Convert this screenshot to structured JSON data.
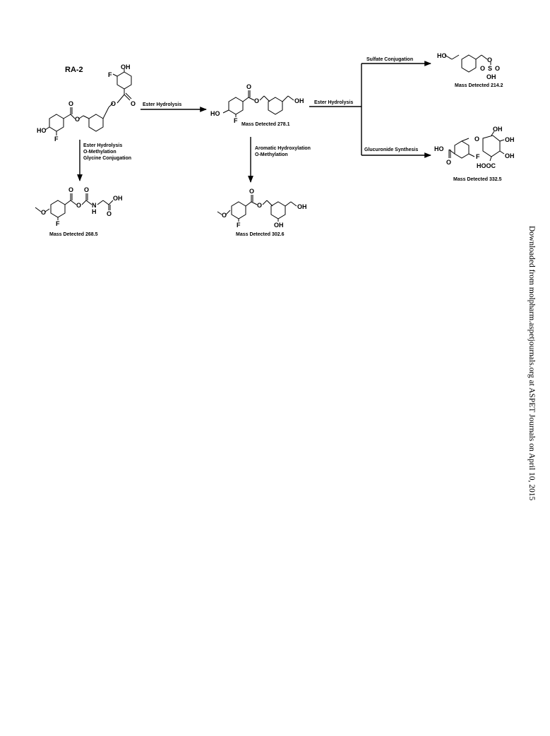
{
  "diagram": {
    "title": "RA-2",
    "transformations": {
      "ester_hydrolysis_1": "Ester Hydrolysis",
      "ester_hydrolysis_2": "Ester Hydrolysis",
      "sulfate_conjugation": "Sulfate Conjugation",
      "glucuronide_synthesis": "Glucuronide Synthesis",
      "combo_1": [
        "Ester Hydrolysis",
        "O-Methylation",
        "Glycine Conjugation"
      ],
      "combo_2": [
        "Aromatic Hydroxylation",
        "O-Methylation"
      ]
    },
    "metabolites": {
      "m278": "Mass Detected 278.1",
      "m214": "Mass Detected 214.2",
      "m332": "Mass Detected 332.5",
      "m268": "Mass Detected 268.5",
      "m302": "Mass Detected 302.6"
    },
    "atoms": {
      "OH": "OH",
      "HO": "HO",
      "F": "F",
      "O": "O",
      "N": "N",
      "H": "H",
      "S": "S",
      "HOOC": "HOOC"
    }
  },
  "sidebar": {
    "download_note": "Downloaded from molpharm.aspetjournals.org at ASPET Journals on April 10, 2015"
  }
}
